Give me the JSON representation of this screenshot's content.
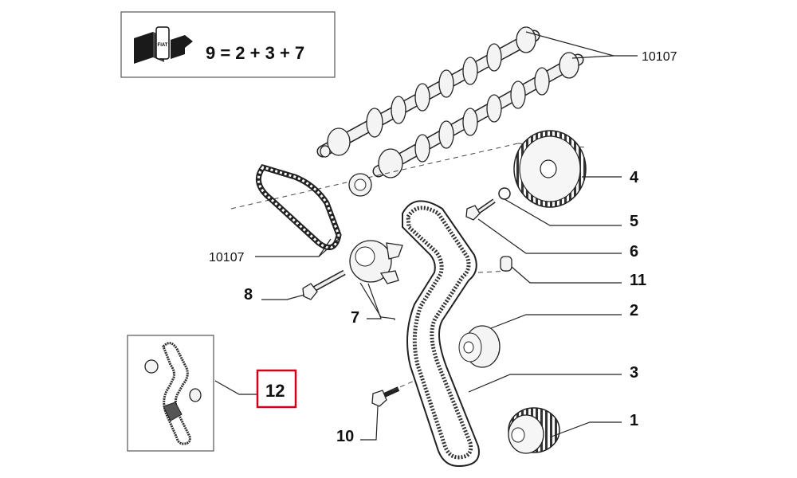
{
  "kit_box": {
    "formula": "9 = 2 + 3 + 7",
    "icon": "parts-kit-icon",
    "badge_text": "FIAT"
  },
  "labels": {
    "camshaft_ref": "10107",
    "chain_ref": "10107",
    "p1": "1",
    "p2": "2",
    "p3": "3",
    "p4": "4",
    "p5": "5",
    "p6": "6",
    "p7": "7",
    "p8": "8",
    "p10": "10",
    "p11": "11",
    "p12": "12"
  },
  "colors": {
    "highlight": "#d0021b",
    "line": "#222222"
  }
}
